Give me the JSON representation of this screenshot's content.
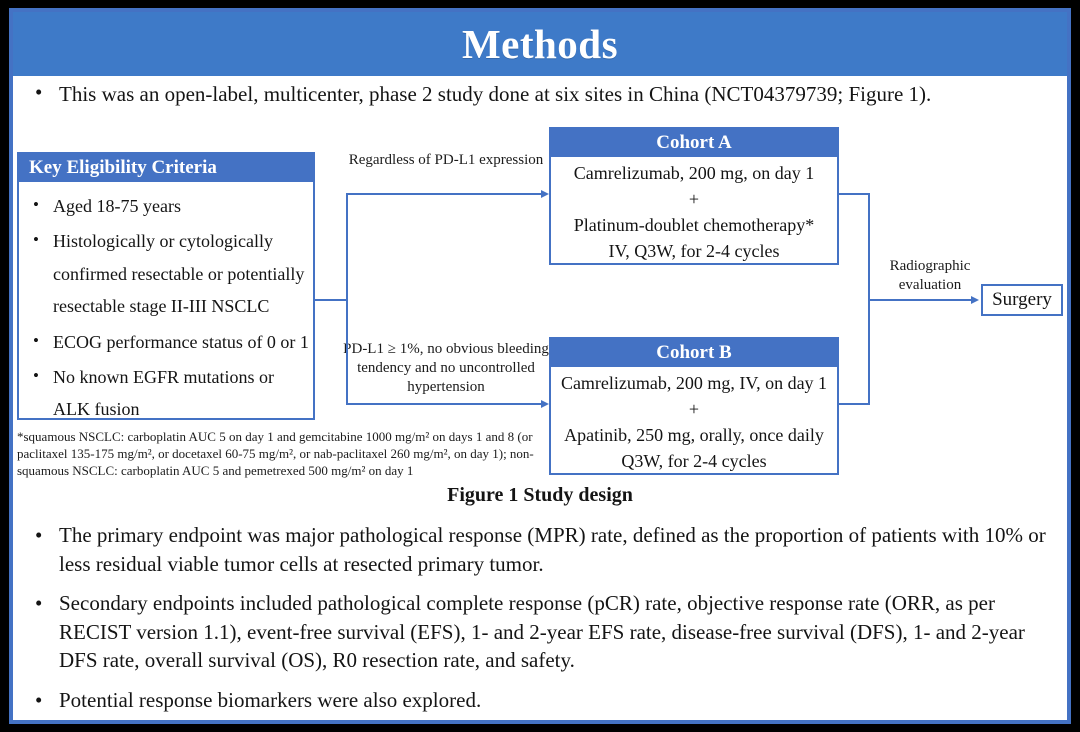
{
  "title": "Methods",
  "colors": {
    "banner_blue": "#3E7AC8",
    "header_blue": "#4472C4",
    "connector_blue": "#4472C4",
    "frame_blue": "#4472C4"
  },
  "intro_bullet": "This was an open-label, multicenter, phase 2 study done at six sites in China (NCT04379739; Figure 1).",
  "figure": {
    "eligibility": {
      "header": "Key Eligibility Criteria",
      "items": [
        "Aged 18-75 years",
        "Histologically or cytologically confirmed resectable or potentially resectable stage II-III NSCLC",
        "ECOG performance status of 0 or 1",
        "No known EGFR mutations or ALK fusion"
      ]
    },
    "branch_a_label": "Regardless of PD-L1 expression",
    "branch_b_label": "PD-L1 ≥ 1%, no obvious bleeding tendency and no uncontrolled hypertension",
    "cohort_a": {
      "header": "Cohort A",
      "lines": [
        "Camrelizumab, 200 mg, on day 1",
        "+",
        "Platinum-doublet chemotherapy*",
        "IV, Q3W, for 2-4 cycles"
      ]
    },
    "cohort_b": {
      "header": "Cohort B",
      "lines": [
        "Camrelizumab, 200 mg, IV, on day 1",
        "+",
        "Apatinib, 250 mg, orally, once daily",
        "Q3W, for 2-4 cycles"
      ]
    },
    "evaluation_label": "Radiographic evaluation",
    "surgery_label": "Surgery",
    "footnote": "*squamous NSCLC: carboplatin AUC 5 on day 1 and gemcitabine 1000 mg/m² on days 1 and 8 (or paclitaxel 135-175 mg/m², or docetaxel 60-75 mg/m², or nab-paclitaxel 260 mg/m², on day 1); non-squamous NSCLC: carboplatin AUC 5 and pemetrexed 500 mg/m² on day 1",
    "caption": "Figure 1 Study design"
  },
  "bullets": [
    "The primary endpoint was major pathological response (MPR) rate, defined as the proportion of patients with 10% or less residual viable tumor cells at resected primary tumor.",
    "Secondary endpoints included pathological complete response (pCR) rate, objective response rate (ORR, as per RECIST version 1.1), event-free survival (EFS), 1- and 2-year EFS rate, disease-free survival (DFS), 1- and 2-year DFS rate, overall survival (OS), R0 resection rate, and safety.",
    "Potential response biomarkers were also explored."
  ]
}
